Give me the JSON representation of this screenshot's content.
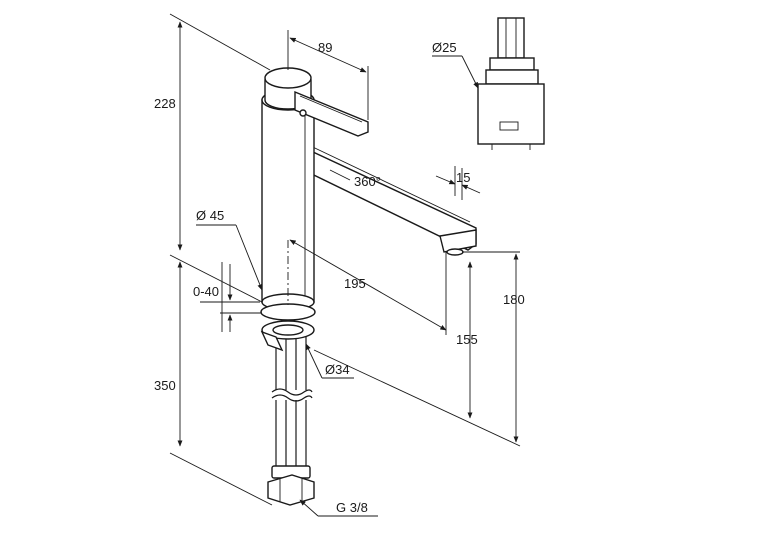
{
  "dimensions": {
    "spout_reach_top": "89",
    "cartridge_diameter": "Ø25",
    "total_height": "228",
    "rotation": "360°",
    "nozzle_width": "15",
    "base_diameter": "Ø 45",
    "counter_thickness": "0-40",
    "spout_reach": "195",
    "height_under_spout": "155",
    "spout_height": "180",
    "fixing_diameter": "Ø34",
    "hose_length": "350",
    "connection_thread": "G 3/8"
  },
  "colors": {
    "line": "#1a1a1a",
    "background": "#ffffff"
  }
}
